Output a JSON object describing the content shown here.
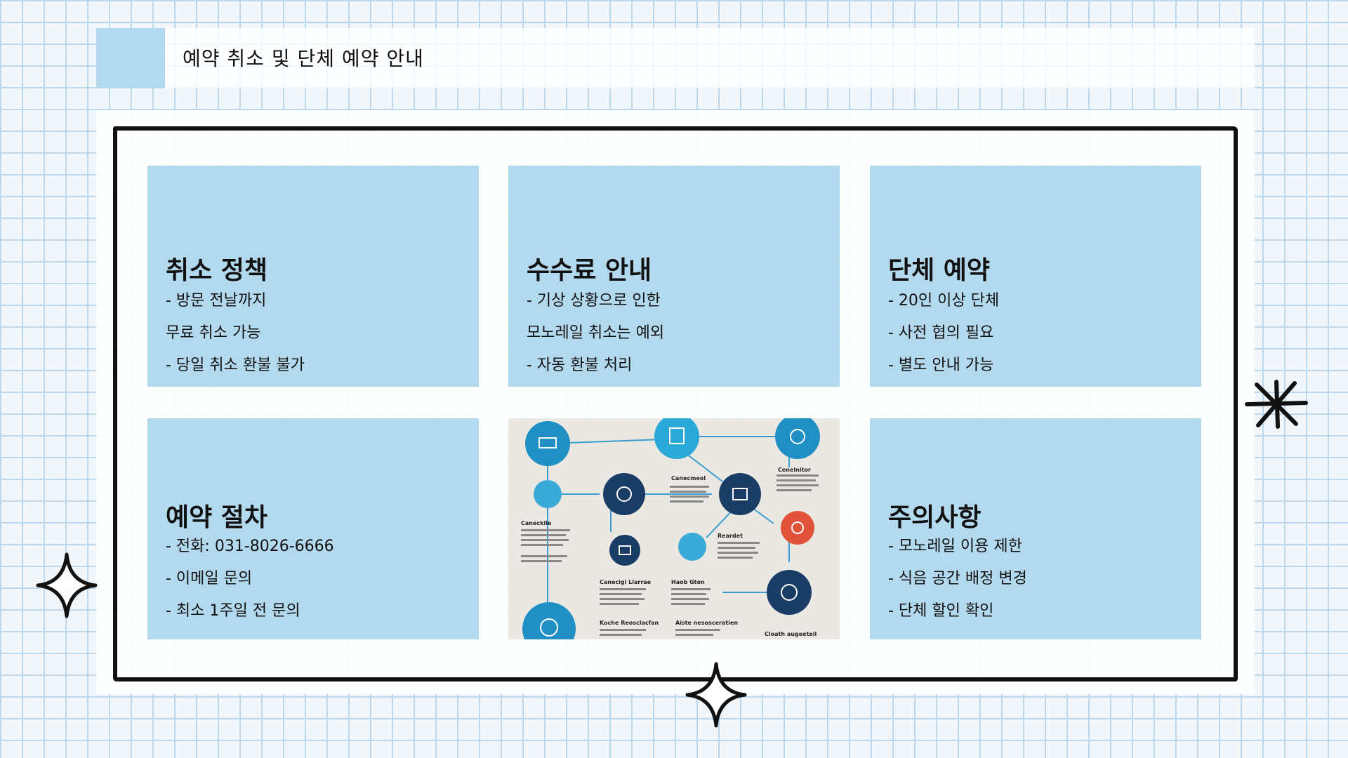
{
  "header": {
    "title": "예약 취소 및 단체 예약 안내"
  },
  "cards": [
    {
      "title": "취소 정책",
      "lines": [
        "- 방문 전날까지",
        "무료 취소 가능",
        "- 당일 취소 환불 불가"
      ]
    },
    {
      "title": "수수료 안내",
      "lines": [
        "- 기상 상황으로 인한",
        "모노레일 취소는 예외",
        "- 자동 환불 처리"
      ]
    },
    {
      "title": "단체 예약",
      "lines": [
        "- 20인 이상 단체",
        "- 사전 협의 필요",
        "- 별도 안내 가능"
      ]
    },
    {
      "title": "예약 절차",
      "lines": [
        "- 전화: 031-8026-6666",
        "- 이메일 문의",
        "- 최소 1주일 전 문의"
      ]
    },
    {
      "title": "주의사항",
      "lines": [
        "- 모노레일 이용 제한",
        "- 식음 공간 배정 변경",
        "- 단체 할인 확인"
      ]
    }
  ],
  "diagram": {
    "labels": [
      "Canecmeol",
      "Cenelnitor",
      "Canecklle",
      "Reardet",
      "Canecigl Llarrae",
      "Haob Gton",
      "Koche Reosclacfan",
      "Aiste nesosceratien",
      "Cloath augeeteil"
    ]
  },
  "colors": {
    "card": "#b3d9ee",
    "grid": "#bcd6ec",
    "diagram_blue": "#1f8fc4",
    "diagram_navy": "#1a3d66",
    "diagram_red": "#e0523a"
  }
}
